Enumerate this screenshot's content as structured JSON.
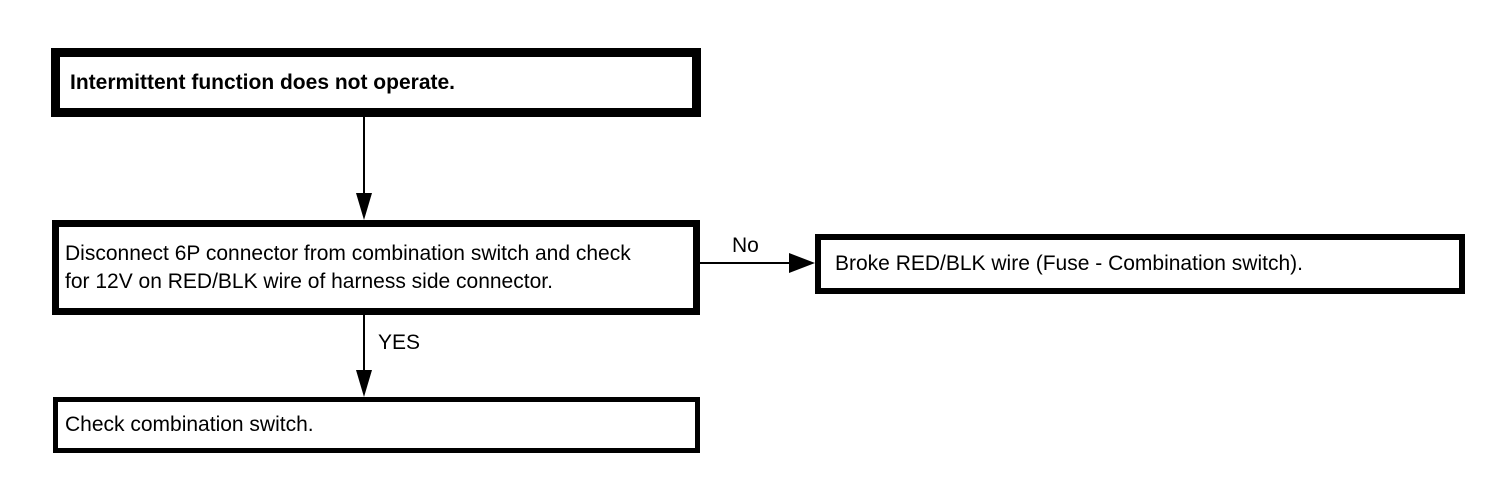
{
  "diagram": {
    "type": "flowchart",
    "boxes": {
      "start": "Intermittent function does not operate.",
      "test": "Disconnect 6P connector from combination switch and check for 12V on RED/BLK wire of harness side connector.",
      "no_result": "Broke RED/BLK wire (Fuse - Combination switch).",
      "yes_result": "Check combination switch."
    },
    "labels": {
      "no": "No",
      "yes": "YES"
    },
    "colors": {
      "line": "#000000",
      "box_border": "#000000",
      "background": "#ffffff",
      "text": "#000000"
    }
  }
}
